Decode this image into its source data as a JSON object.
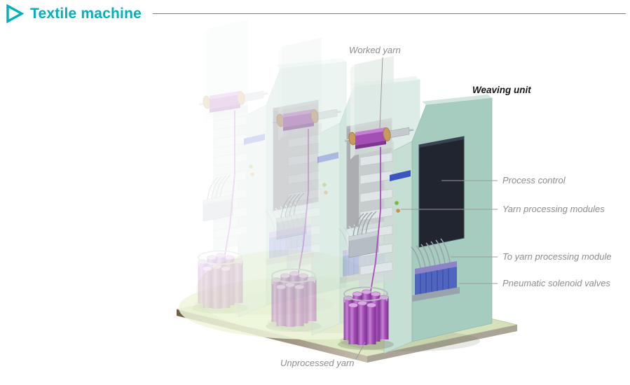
{
  "header": {
    "title": "Textile machine"
  },
  "diagram": {
    "labels": {
      "worked_yarn": "Worked yarn",
      "weaving_unit": "Weaving unit",
      "process_control": "Process control",
      "yarn_processing_modules": "Yarn processing modules",
      "to_yarn_processing_module": "To yarn processing module",
      "pneumatic_solenoid_valves": "Pneumatic solenoid valves",
      "unprocessed_yarn": "Unprocessed yarn"
    }
  },
  "icons": {
    "header_marker": "play-triangle"
  },
  "colors": {
    "accent": "#00b1bb",
    "label_text": "#8d8d8d",
    "dark_label": "#161616",
    "housing_green": "#a6ccbf",
    "yarn_purple": "#a84fb8",
    "valve_blue": "#5065c0",
    "panel_dark": "#21252f",
    "floor_green": "#dde8c4"
  }
}
